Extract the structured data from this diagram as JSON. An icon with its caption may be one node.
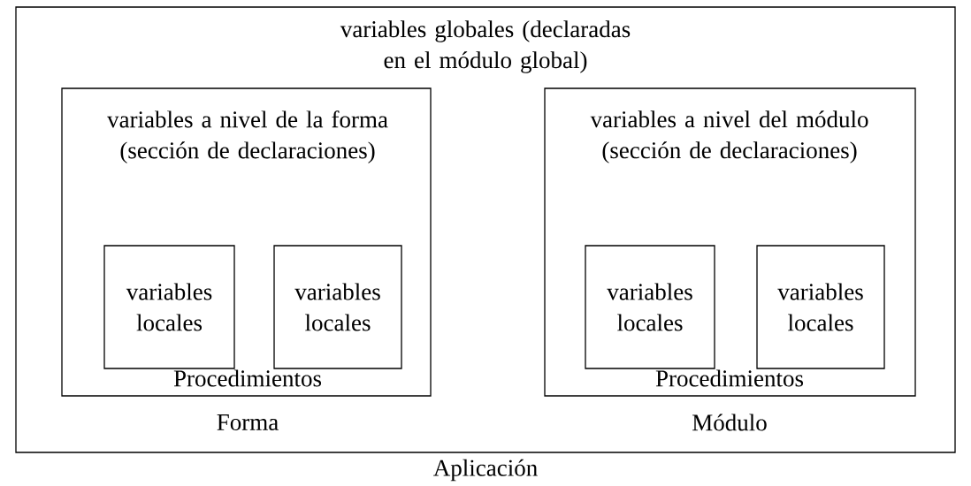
{
  "diagram": {
    "nodes": [
      {
        "text": [
          "variables globales (declaradas en el módulo global)",
          "Aplicación"
        ]
      },
      {
        "text": [
          "variables a nivel de la forma (sección de declaraciones)",
          "Procedimientos",
          "Forma"
        ],
        "in": 0
      },
      {
        "text": [
          "variables locales"
        ],
        "in": 1
      },
      {
        "text": [
          "variables locales"
        ],
        "in": 1
      },
      {
        "text": [
          "variables a nivel del módulo (sección de declaraciones)",
          "Procedimientos",
          "Módulo"
        ],
        "in": 0
      },
      {
        "text": [
          "variables locales"
        ],
        "in": 4
      },
      {
        "text": [
          "variables locales"
        ],
        "in": 4
      }
    ]
  }
}
